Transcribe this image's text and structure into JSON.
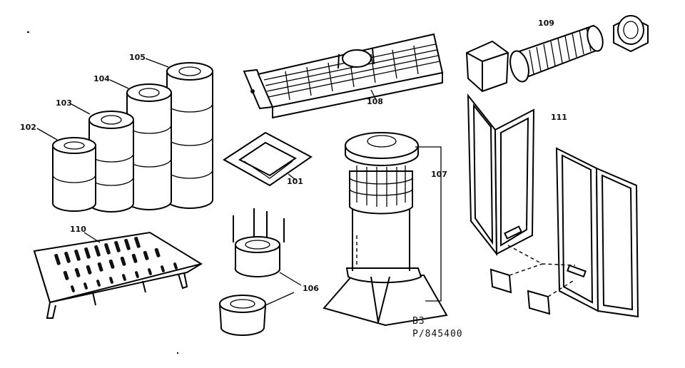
{
  "part_labels": {
    "p101": "101",
    "p102": "102",
    "p103": "103",
    "p104": "104",
    "p105": "105",
    "p106": "106",
    "p107": "107",
    "p108": "108",
    "p109": "109",
    "p110": "110",
    "p111": "111"
  },
  "reference": {
    "line1": "B3",
    "line2": "P/845400"
  }
}
